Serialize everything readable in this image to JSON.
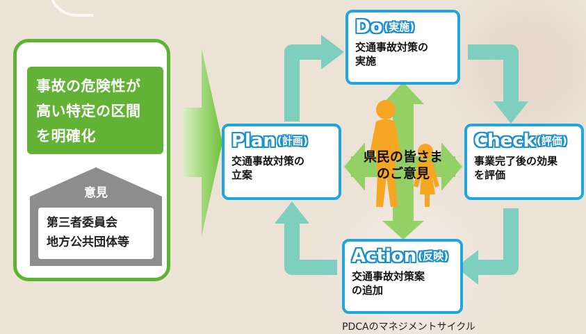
{
  "left_panel": {
    "highlight_lines": [
      "事故の危険性が",
      "高い特定の区間",
      "を明確化"
    ],
    "house_label": "意見",
    "house_lines": [
      "第三者委員会",
      "地方公共団体等"
    ]
  },
  "cycle": {
    "do": {
      "title": "Do",
      "sub": "(実施)",
      "body": [
        "交通事故対策の",
        "実施"
      ]
    },
    "plan": {
      "title": "Plan",
      "sub": "(計画)",
      "body": [
        "交通事故対策の",
        "立案"
      ]
    },
    "check": {
      "title": "Check",
      "sub": "(評価)",
      "body": [
        "事業完了後の効果",
        "を評価"
      ]
    },
    "action": {
      "title": "Action",
      "sub": "(反映)",
      "body": [
        "交通事故対策案",
        "の追加"
      ]
    },
    "center_lines": [
      "県民の皆さま",
      "のご意見"
    ]
  },
  "caption": "PDCAのマネジメントサイクル",
  "colors": {
    "green": "#5cb531",
    "blue": "#1fa6de",
    "teal_arrow": "#7ecfc0",
    "orange": "#f7a623",
    "light_green": "#8ccf5a",
    "gray": "#8d8d8d"
  }
}
